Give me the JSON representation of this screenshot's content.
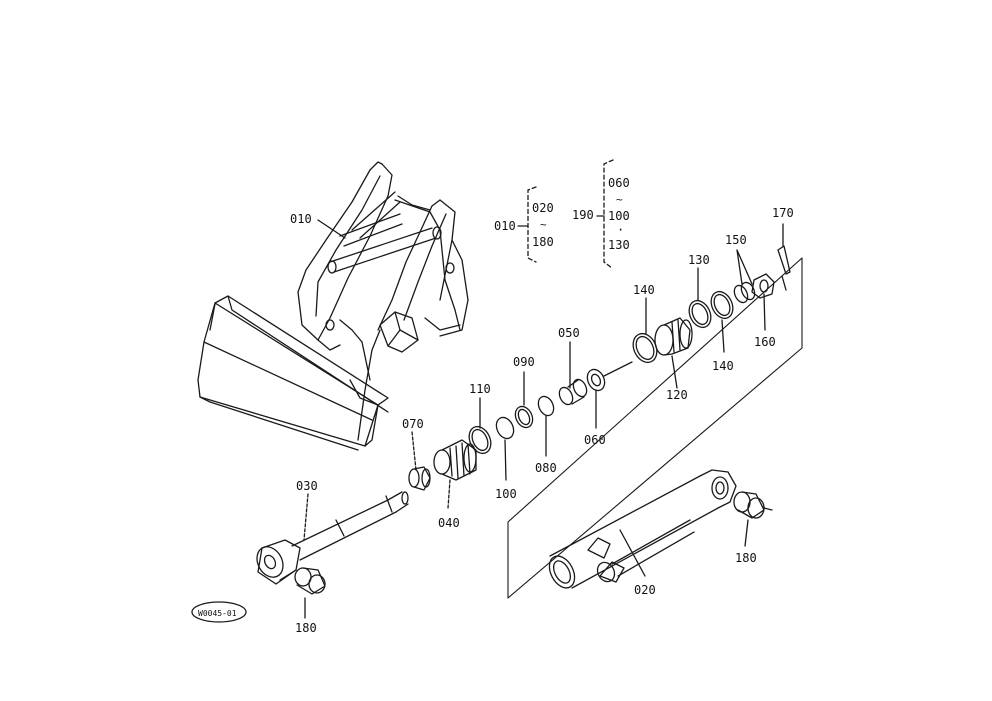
{
  "labels": {
    "p010": "010",
    "p030": "030",
    "p040": "040",
    "p050": "050",
    "p060a": "060",
    "p070": "070",
    "p080": "080",
    "p090": "090",
    "p100": "100",
    "p110": "110",
    "p120": "120",
    "p130": "130",
    "p140a": "140",
    "p140b": "140",
    "p150": "150",
    "p160": "160",
    "p170": "170",
    "p180a": "180",
    "p180b": "180",
    "p020": "020"
  },
  "group_010": {
    "head": "010",
    "first": "020",
    "range_mark": "~",
    "last": "180"
  },
  "group_190": {
    "head": "190",
    "first": "060",
    "range_mark": "~",
    "middle": "100",
    "dot": "·",
    "last": "130"
  },
  "drawing_ref": "W0045-01"
}
